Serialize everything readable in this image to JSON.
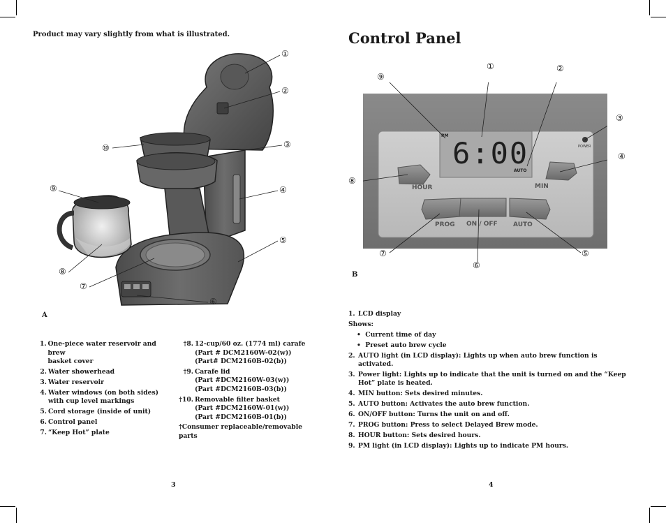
{
  "left_page": {
    "note": "Product may vary slightly from what is illustrated.",
    "figure_label": "A",
    "callouts": [
      "①",
      "②",
      "③",
      "④",
      "⑤",
      "⑥",
      "⑦",
      "⑧",
      "⑨",
      "⑩"
    ],
    "parts": [
      {
        "num": "1.",
        "text": "One-piece water reservoir and brew",
        "cont": "basket cover"
      },
      {
        "num": "2.",
        "text": "Water showerhead"
      },
      {
        "num": "3.",
        "text": "Water reservoir"
      },
      {
        "num": "4.",
        "text": "Water windows (on both sides)",
        "cont": "with cup level markings"
      },
      {
        "num": "5.",
        "text": "Cord storage (inside of unit)"
      },
      {
        "num": "6.",
        "text": "Control panel"
      },
      {
        "num": "7.",
        "text": "“Keep Hot” plate"
      }
    ],
    "replaceable_parts": [
      {
        "num": "†8.",
        "text": "12-cup/60 oz. (1774 ml) carafe",
        "lines": [
          "(Part # DCM2160W-02(w))",
          "(Part# DCM2160B-02(b))"
        ]
      },
      {
        "num": "†9.",
        "text": "Carafe lid",
        "lines": [
          "(Part #DCM2160W-03(w))",
          "(Part #DCM2160B-03(b))"
        ]
      },
      {
        "num": "†10.",
        "text": "Removable filter basket",
        "lines": [
          "(Part #DCM2160W-01(w))",
          "(Part #DCM2160B-01(b))"
        ]
      }
    ],
    "footnote": "†Consumer replaceable/removable parts",
    "page_number": "3"
  },
  "right_page": {
    "title": "Control Panel",
    "figure_label": "B",
    "panel": {
      "lcd_time": "6:00",
      "lcd_pm": "PM",
      "lcd_auto": "AUTO",
      "power_label": "POWER",
      "hour_label": "HOUR",
      "min_label": "MIN",
      "prog_label": "PROG",
      "onoff_label": "ON / OFF",
      "auto_label": "AUTO"
    },
    "callouts": [
      "①",
      "②",
      "③",
      "④",
      "⑤",
      "⑥",
      "⑦",
      "⑧",
      "⑨"
    ],
    "items": [
      {
        "num": "1.",
        "text": "LCD display"
      }
    ],
    "shows_label": "Shows:",
    "shows": [
      "Current time of day",
      "Preset auto brew cycle"
    ],
    "items2": [
      {
        "num": "2.",
        "text": "AUTO light (in LCD display): Lights up when auto brew function is activated."
      },
      {
        "num": "3.",
        "text": "Power light: Lights up to indicate that the unit is turned on and the “Keep Hot” plate is heated."
      },
      {
        "num": "4.",
        "text": "MIN button: Sets desired minutes."
      },
      {
        "num": "5.",
        "text": "AUTO button: Activates the auto brew function."
      },
      {
        "num": "6.",
        "text": "ON/OFF button: Turns the unit on and off."
      },
      {
        "num": "7.",
        "text": "PROG button: Press to select Delayed Brew mode."
      },
      {
        "num": "8.",
        "text": "HOUR button: Sets desired hours."
      },
      {
        "num": "9.",
        "text": "PM light (in LCD display): Lights up to indicate PM hours."
      }
    ],
    "page_number": "4"
  }
}
